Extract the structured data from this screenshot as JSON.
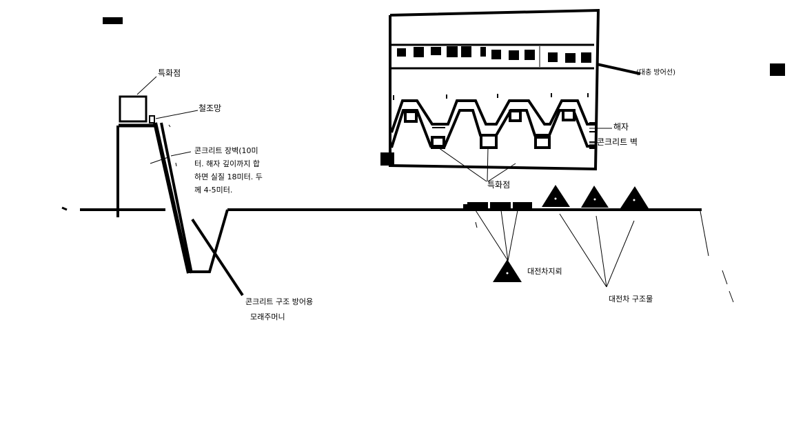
{
  "labels": {
    "ignition_point_top": "특화점",
    "wire_mesh": "철조망",
    "concrete_wall_line1": "콘크리트 장벽(10미",
    "concrete_wall_line2": "터. 해자 깊이까지 합",
    "concrete_wall_line3": "하면 실질 18미터. 두",
    "concrete_wall_line4": "께 4-5미터.",
    "sandbag_line1": "콘크리트 구조 방어용",
    "sandbag_line2": "모래주머니",
    "anti_assault_line": "(대충 방어선)",
    "moat": "해자",
    "concrete_wall_inset": "콘크리트 벽",
    "ignition_point_inset": "특화점",
    "antitank_mine": "대전차지뢰",
    "antitank_structure": "대전차 구조물"
  },
  "colors": {
    "ink": "#000000",
    "background": "#ffffff"
  }
}
